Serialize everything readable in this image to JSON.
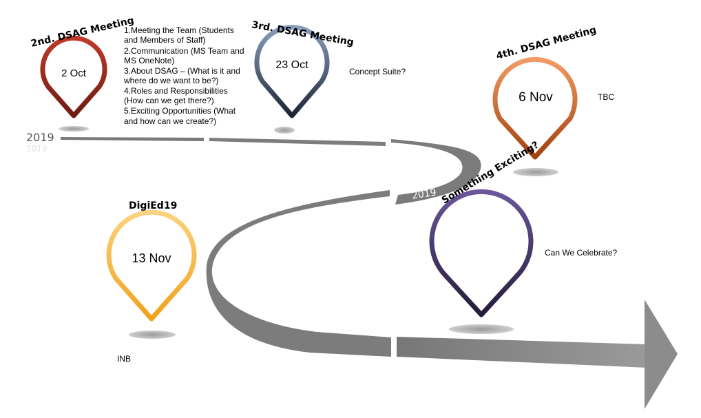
{
  "timeline": {
    "year_label_start": "2019",
    "year_label_curve": "2019"
  },
  "events": [
    {
      "title": "2nd. DSAG Meeting",
      "date": "2 Oct",
      "color": "#c0392b",
      "color_dark": "#7b1f14",
      "details": [
        "1.Meeting the Team (Students",
        "and Members of Staff)",
        "2.Communication (MS Team and",
        "MS OneNote)",
        "3.About DSAG – (What is it and",
        "where do we want to be?)",
        "4.Roles and Responsibilities",
        "(How can we get there?)",
        "5.Exciting Opportunities (What",
        "and how can we create?)"
      ]
    },
    {
      "title": "3rd. DSAG Meeting",
      "date": "23 Oct",
      "color": "#7f92ad",
      "color_dark": "#1f2a38",
      "note": "Concept Suite?"
    },
    {
      "title": "4th. DSAG Meeting",
      "date": "6 Nov",
      "color": "#f0935a",
      "color_dark": "#a4451a",
      "note": "TBC"
    },
    {
      "title": "Something Exciting?",
      "date": "",
      "color": "#5f4c8c",
      "color_dark": "#2a2140",
      "note": "Can We Celebrate?"
    },
    {
      "title": "DigiEd19",
      "date": "13 Nov",
      "color": "#f9c86a",
      "color_dark": "#f0a020",
      "note": "INB"
    }
  ]
}
